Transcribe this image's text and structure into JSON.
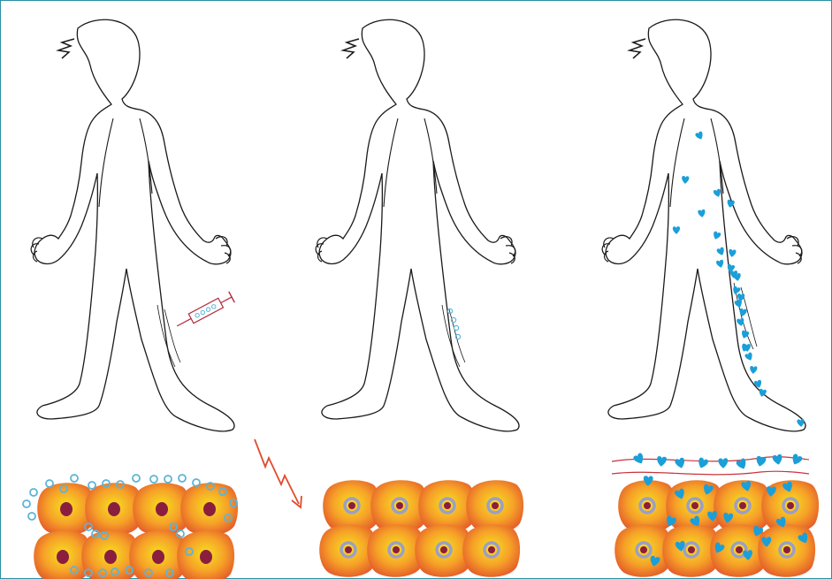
{
  "diagram": {
    "panels": [
      {
        "id": "injection",
        "figure": "human-outline",
        "detail": "syringe-with-particles",
        "tissue": "cells-surrounded-by-particles"
      },
      {
        "id": "uptake",
        "figure": "human-outline",
        "detail": "particles-in-thigh",
        "tissue": "cells-with-internalized-particles"
      },
      {
        "id": "expression",
        "figure": "human-outline",
        "detail": "protein-spreading-through-body",
        "tissue": "cells-secreting-protein-into-vessel"
      }
    ],
    "arrow": "lightning-arrow",
    "colors": {
      "outline": "#1a1a1a",
      "frame": "#2b8fa3",
      "particle": "#5bb4d8",
      "protein": "#1a9fd9",
      "syringe": "#b22a3a",
      "arrow": "#e24a2b",
      "cell_outer": "#f6a128",
      "cell_inner": "#f2d21e",
      "nucleus": "#8b1e3f",
      "nucleus_ring": "#9b9ec9",
      "vessel": "#c8343c"
    }
  }
}
